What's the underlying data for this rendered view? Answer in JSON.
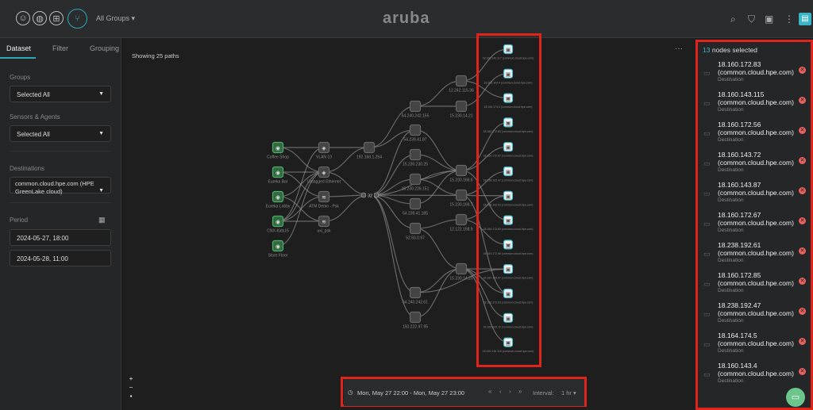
{
  "header": {
    "group_selector": "All Groups",
    "logo": "aruba"
  },
  "sidebar": {
    "tabs": [
      "Dataset",
      "Filter",
      "Grouping"
    ],
    "groups_label": "Groups",
    "groups_value": "Selected All",
    "sensors_label": "Sensors & Agents",
    "sensors_value": "Selected All",
    "destinations_label": "Destinations",
    "destinations_value": "common.cloud.hpe.com (HPE GreenLake cloud)",
    "period_label": "Period",
    "period_start": "2024-05-27, 18:00",
    "period_end": "2024-05-28, 11:00"
  },
  "canvas": {
    "showing": "Showing 25 paths",
    "more": "···",
    "aggregate_count": "32"
  },
  "graph": {
    "nodes": [
      {
        "id": "s1",
        "label": "Coffee Shop",
        "kind": "sensor"
      },
      {
        "id": "s2",
        "label": "Eureka Bar",
        "kind": "sensor"
      },
      {
        "id": "s3",
        "label": "Eureka Lobby",
        "kind": "sensor"
      },
      {
        "id": "s4",
        "label": "CNX-Kids15",
        "kind": "sensor"
      },
      {
        "id": "s5",
        "label": "Store Floor",
        "kind": "sensor"
      },
      {
        "id": "n1",
        "label": "VLAN 10",
        "kind": "wired"
      },
      {
        "id": "n2",
        "label": "Untagged Ethernet",
        "kind": "wired"
      },
      {
        "id": "n3",
        "label": "ATM Demo - Psk",
        "kind": "wifi"
      },
      {
        "id": "n4",
        "label": "uxi_psk",
        "kind": "wifi"
      },
      {
        "id": "g1",
        "label": "192.168.1.254",
        "kind": "hop"
      },
      {
        "id": "h1",
        "label": "54.240.242.155",
        "kind": "hop"
      },
      {
        "id": "h2",
        "label": "54.239.41.87",
        "kind": "hop"
      },
      {
        "id": "h3",
        "label": "15.230.230.25",
        "kind": "hop"
      },
      {
        "id": "h4",
        "label": "15.230.226.151",
        "kind": "hop"
      },
      {
        "id": "h5",
        "label": "54.239.41.185",
        "kind": "hop"
      },
      {
        "id": "h6",
        "label": "52.93.0.97",
        "kind": "hop"
      },
      {
        "id": "h7",
        "label": "54.240.242.61",
        "kind": "hop"
      },
      {
        "id": "h8",
        "label": "150.222.97.95",
        "kind": "hop"
      },
      {
        "id": "k1",
        "label": "12.242.115.36",
        "kind": "hop"
      },
      {
        "id": "k2",
        "label": "15.230.14.21",
        "kind": "hop"
      },
      {
        "id": "k3",
        "label": "15.230.169.6",
        "kind": "hop"
      },
      {
        "id": "k4",
        "label": "15.230.169.7",
        "kind": "hop"
      },
      {
        "id": "k5",
        "label": "12.122.158.9",
        "kind": "hop"
      },
      {
        "id": "k6",
        "label": "15.230.14.20",
        "kind": "hop"
      },
      {
        "id": "d1",
        "label": "18.160.143.117 (common.cloud.hpe.com)",
        "kind": "dest"
      },
      {
        "id": "d2",
        "label": "18.160.143.4 (common.cloud.hpe.com)",
        "kind": "dest"
      },
      {
        "id": "d3",
        "label": "18.164.174.5 (common.cloud.hpe.com)",
        "kind": "dest"
      },
      {
        "id": "d4",
        "label": "18.160.172.85 (common.cloud.hpe.com)",
        "kind": "dest"
      },
      {
        "id": "d5",
        "label": "18.160.172.67 (common.cloud.hpe.com)",
        "kind": "dest"
      },
      {
        "id": "d6",
        "label": "18.238.192.47 (common.cloud.hpe.com)",
        "kind": "dest"
      },
      {
        "id": "d7",
        "label": "18.238.192.61 (common.cloud.hpe.com)",
        "kind": "dest"
      },
      {
        "id": "d8",
        "label": "18.160.172.83 (common.cloud.hpe.com)",
        "kind": "dest"
      },
      {
        "id": "d9",
        "label": "18.160.172.56 (common.cloud.hpe.com)",
        "kind": "dest"
      },
      {
        "id": "d10",
        "label": "18.160.143.87 (common.cloud.hpe.com)",
        "kind": "dest"
      },
      {
        "id": "d11",
        "label": "18.160.172.63 (common.cloud.hpe.com)",
        "kind": "dest"
      },
      {
        "id": "d12",
        "label": "18.160.143.72 (common.cloud.hpe.com)",
        "kind": "dest"
      },
      {
        "id": "d13",
        "label": "18.160.143.115 (common.cloud.hpe.com)",
        "kind": "dest"
      }
    ],
    "edges": [
      [
        "s1",
        "n1"
      ],
      [
        "s1",
        "n2"
      ],
      [
        "s2",
        "n2"
      ],
      [
        "s2",
        "n3"
      ],
      [
        "s3",
        "n2"
      ],
      [
        "s3",
        "n4"
      ],
      [
        "s4",
        "n1"
      ],
      [
        "s4",
        "n2"
      ],
      [
        "s4",
        "n3"
      ],
      [
        "s4",
        "n4"
      ],
      [
        "s5",
        "n2"
      ],
      [
        "n1",
        "g1"
      ],
      [
        "n2",
        "agg"
      ],
      [
        "n3",
        "agg"
      ],
      [
        "n4",
        "agg"
      ],
      [
        "n2",
        "g1"
      ],
      [
        "g1",
        "h1"
      ],
      [
        "g1",
        "h2"
      ],
      [
        "agg",
        "h2"
      ],
      [
        "agg",
        "h3"
      ],
      [
        "agg",
        "h4"
      ],
      [
        "agg",
        "h5"
      ],
      [
        "agg",
        "h6"
      ],
      [
        "agg",
        "h7"
      ],
      [
        "agg",
        "h8"
      ],
      [
        "agg",
        "k3"
      ],
      [
        "agg",
        "d7"
      ],
      [
        "h1",
        "k1"
      ],
      [
        "h1",
        "k2"
      ],
      [
        "h2",
        "k3"
      ],
      [
        "h3",
        "k3"
      ],
      [
        "h4",
        "k3"
      ],
      [
        "h4",
        "k4"
      ],
      [
        "h5",
        "k3"
      ],
      [
        "h6",
        "k5"
      ],
      [
        "h6",
        "k6"
      ],
      [
        "h7",
        "k6"
      ],
      [
        "h7",
        "d10"
      ],
      [
        "h8",
        "k6"
      ],
      [
        "k1",
        "d1"
      ],
      [
        "k1",
        "d3"
      ],
      [
        "k2",
        "d2"
      ],
      [
        "k3",
        "d4"
      ],
      [
        "k3",
        "d5"
      ],
      [
        "k3",
        "d8"
      ],
      [
        "k4",
        "d6"
      ],
      [
        "k4",
        "d11"
      ],
      [
        "k5",
        "d7"
      ],
      [
        "k5",
        "d9"
      ],
      [
        "k6",
        "d10"
      ],
      [
        "k6",
        "d12"
      ],
      [
        "k6",
        "d13"
      ],
      [
        "k6",
        "d11"
      ]
    ]
  },
  "timebar": {
    "range": "Mon, May 27 22:00 - Mon, May 27 23:00",
    "interval_label": "Interval:",
    "interval_value": "1 hr"
  },
  "zoom_controls": {
    "plus": "+",
    "minus": "−"
  },
  "right_panel": {
    "count": "13",
    "count_suffix": "nodes selected",
    "items": [
      {
        "ip": "18.160.172.83",
        "host": "(common.cloud.hpe.com)",
        "type": "Destination"
      },
      {
        "ip": "18.160.143.115",
        "host": "(common.cloud.hpe.com)",
        "type": "Destination"
      },
      {
        "ip": "18.160.172.56",
        "host": "(common.cloud.hpe.com)",
        "type": "Destination"
      },
      {
        "ip": "18.160.143.72",
        "host": "(common.cloud.hpe.com)",
        "type": "Destination"
      },
      {
        "ip": "18.160.143.87",
        "host": "(common.cloud.hpe.com)",
        "type": "Destination"
      },
      {
        "ip": "18.160.172.67",
        "host": "(common.cloud.hpe.com)",
        "type": "Destination"
      },
      {
        "ip": "18.238.192.61",
        "host": "(common.cloud.hpe.com)",
        "type": "Destination"
      },
      {
        "ip": "18.160.172.85",
        "host": "(common.cloud.hpe.com)",
        "type": "Destination"
      },
      {
        "ip": "18.238.192.47",
        "host": "(common.cloud.hpe.com)",
        "type": "Destination"
      },
      {
        "ip": "18.164.174.5",
        "host": "(common.cloud.hpe.com)",
        "type": "Destination"
      },
      {
        "ip": "18.160.143.4",
        "host": "(common.cloud.hpe.com)",
        "type": "Destination"
      }
    ]
  },
  "colors": {
    "accent": "#3ab5c6",
    "highlight": "#e0241b",
    "remove": "#e8625b",
    "sensor": "#4caf6a"
  }
}
